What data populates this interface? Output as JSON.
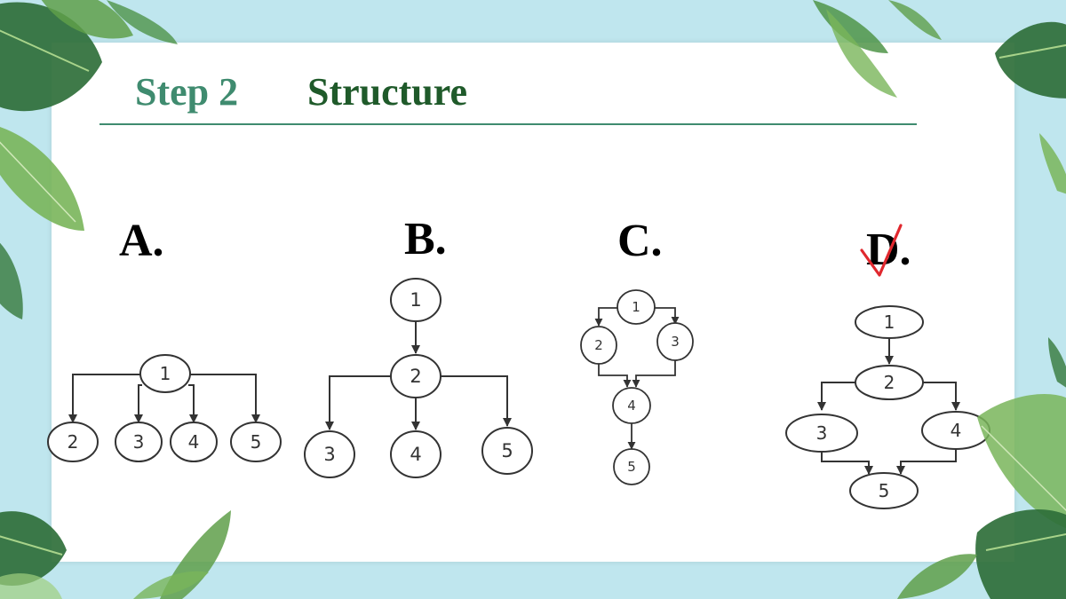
{
  "header": {
    "step": "Step 2",
    "title": "Structure"
  },
  "options": [
    {
      "letter": "A.",
      "nodes": [
        "1",
        "2",
        "3",
        "4",
        "5"
      ]
    },
    {
      "letter": "B.",
      "nodes": [
        "1",
        "2",
        "3",
        "4",
        "5"
      ]
    },
    {
      "letter": "C.",
      "nodes": [
        "1",
        "2",
        "3",
        "4",
        "5"
      ]
    },
    {
      "letter": "D.",
      "nodes": [
        "1",
        "2",
        "3",
        "4",
        "5"
      ]
    }
  ],
  "correct_option": "D.",
  "colors": {
    "step_text": "#3f8b6f",
    "title_text": "#1f5a2a",
    "rule": "#3f8b6f",
    "check_mark": "#e0282e",
    "background": "#bfe6ee",
    "leaf_dark": "#2f6f3a",
    "leaf_light": "#79b55a"
  },
  "icons": {
    "correct": "red-check-mark-icon",
    "decoration": "tropical-leaf-icon"
  }
}
